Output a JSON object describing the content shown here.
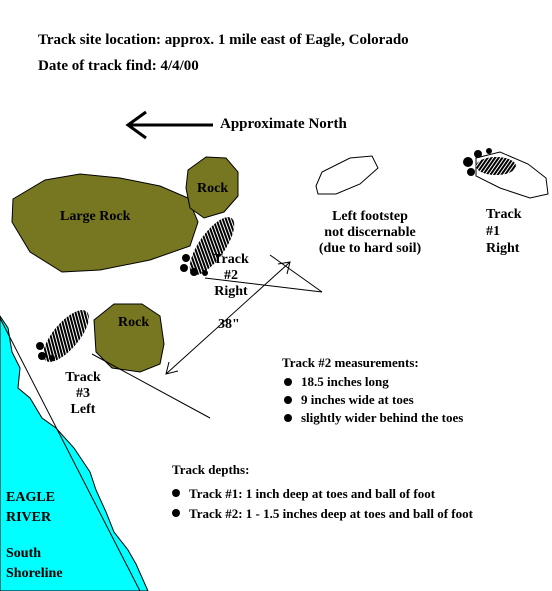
{
  "header": {
    "location": "Track site location: approx. 1 mile east of Eagle, Colorado",
    "date": "Date of track find: 4/4/00"
  },
  "north_label": "Approximate North",
  "rocks": {
    "large": "Large Rock",
    "top": "Rock",
    "left": "Rock"
  },
  "left_footstep": [
    "Left footstep",
    "not discernable",
    "(due to hard soil)"
  ],
  "tracks": {
    "t1": [
      "Track",
      "#1",
      "Right"
    ],
    "t2": [
      "Track",
      "#2",
      "Right"
    ],
    "t3": [
      "Track",
      "#3",
      "Left"
    ]
  },
  "distance_label": "38\"",
  "measurements": {
    "title": "Track #2 measurements:",
    "items": [
      "18.5 inches long",
      "9 inches wide at toes",
      "slightly wider behind the toes"
    ]
  },
  "depths": {
    "title": "Track depths:",
    "items": [
      "Track #1:  1 inch deep at toes and ball of foot",
      "Track #2:  1 - 1.5 inches deep at toes and ball of foot"
    ]
  },
  "river": {
    "name_line1": "EAGLE",
    "name_line2": "RIVER",
    "shore_line1": "South",
    "shore_line2": "Shoreline"
  },
  "colors": {
    "rock": "#777722",
    "water": "#00ffff",
    "ink": "#000000"
  }
}
